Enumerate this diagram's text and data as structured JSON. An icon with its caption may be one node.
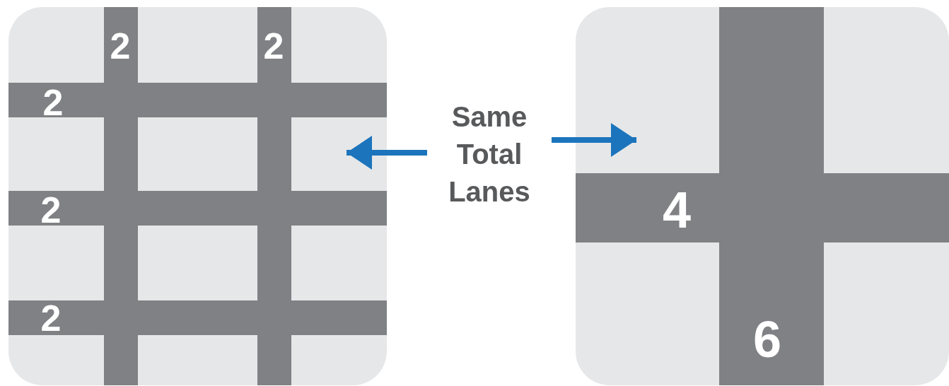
{
  "diagram": {
    "nodes": [
      {
        "text": [],
        "shape": "box"
      },
      {
        "text": [
          "Same Total Lanes"
        ]
      },
      {
        "text": [],
        "shape": "box"
      }
    ],
    "edges": [
      {
        "from": 1,
        "to": 0,
        "arrow": "to"
      },
      {
        "from": 1,
        "to": 2,
        "arrow": "to"
      }
    ],
    "labels": [
      "2",
      "2",
      "2",
      "2",
      "4",
      "2",
      "6"
    ]
  }
}
